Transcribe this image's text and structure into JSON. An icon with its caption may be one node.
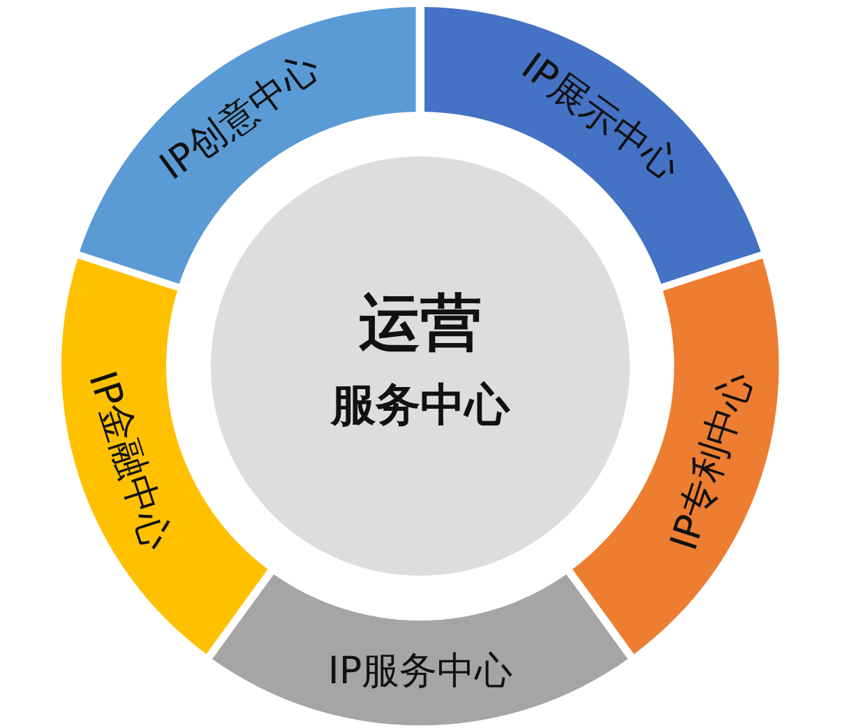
{
  "diagram": {
    "nodes": [
      {
        "text": [
          "运营",
          "服务中心"
        ]
      },
      {
        "text": [
          "IP展示中心"
        ]
      },
      {
        "text": [
          "IP专利中心"
        ]
      },
      {
        "text": [
          "IP服务中心"
        ]
      },
      {
        "text": [
          "IP金融中心"
        ]
      },
      {
        "text": [
          "IP创意中心"
        ]
      }
    ]
  }
}
